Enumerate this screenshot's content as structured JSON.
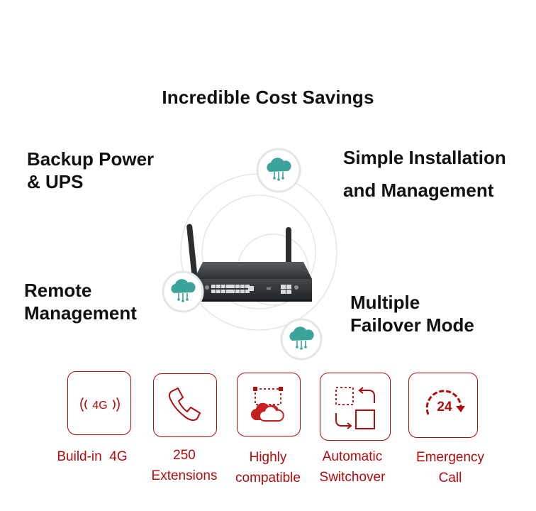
{
  "title": "Incredible Cost Savings",
  "features": {
    "backup": [
      "Backup Power",
      "& UPS"
    ],
    "install": [
      "Simple Installation",
      "and Management"
    ],
    "remote": [
      "Remote",
      "Management"
    ],
    "failover": [
      "Multiple",
      "Failover Mode"
    ]
  },
  "icon_colors": {
    "accent": "#b30b0b",
    "cloud": "#3aa39a"
  },
  "bottom_icons": [
    {
      "icon": "4g-signal-icon",
      "badge": "4G",
      "label": [
        "Build-in  4G"
      ]
    },
    {
      "icon": "phone-icon",
      "label": [
        "250",
        "Extensions"
      ]
    },
    {
      "icon": "cloud-compatible-icon",
      "label": [
        "Highly",
        "compatible"
      ]
    },
    {
      "icon": "switchover-icon",
      "label": [
        "Automatic",
        "Switchover"
      ]
    },
    {
      "icon": "24h-emergency-icon",
      "badge": "24",
      "label": [
        "Emergency",
        "Call"
      ]
    }
  ]
}
